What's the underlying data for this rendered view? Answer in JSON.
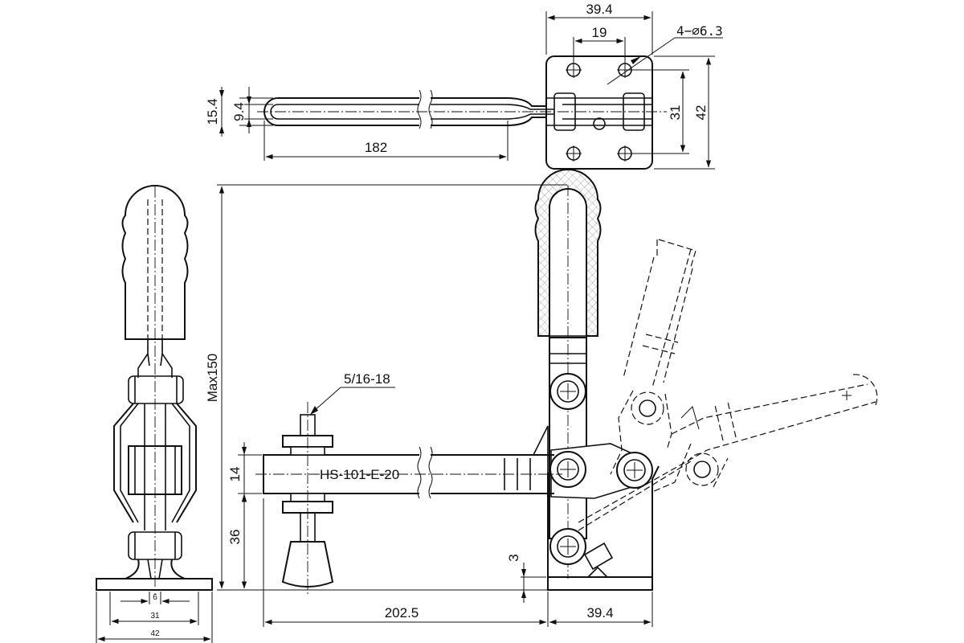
{
  "dimensions": {
    "top_width": "39.4",
    "top_hole_spacing": "19",
    "hole_spec": "4−∅6.3",
    "top_height_outer": "42",
    "top_height_hole": "31",
    "handle_outer": "15.4",
    "handle_inner": "9.4",
    "handle_length": "182",
    "max_height": "Max150",
    "spindle_thread": "5/16-18",
    "bar_thickness": "14",
    "spindle_height": "36",
    "base_gap": "3",
    "reach": "202.5",
    "base_width": "39.4",
    "end_slot": "6",
    "end_holes": "31",
    "end_width": "42"
  },
  "model_label": "HS-101-E-20"
}
